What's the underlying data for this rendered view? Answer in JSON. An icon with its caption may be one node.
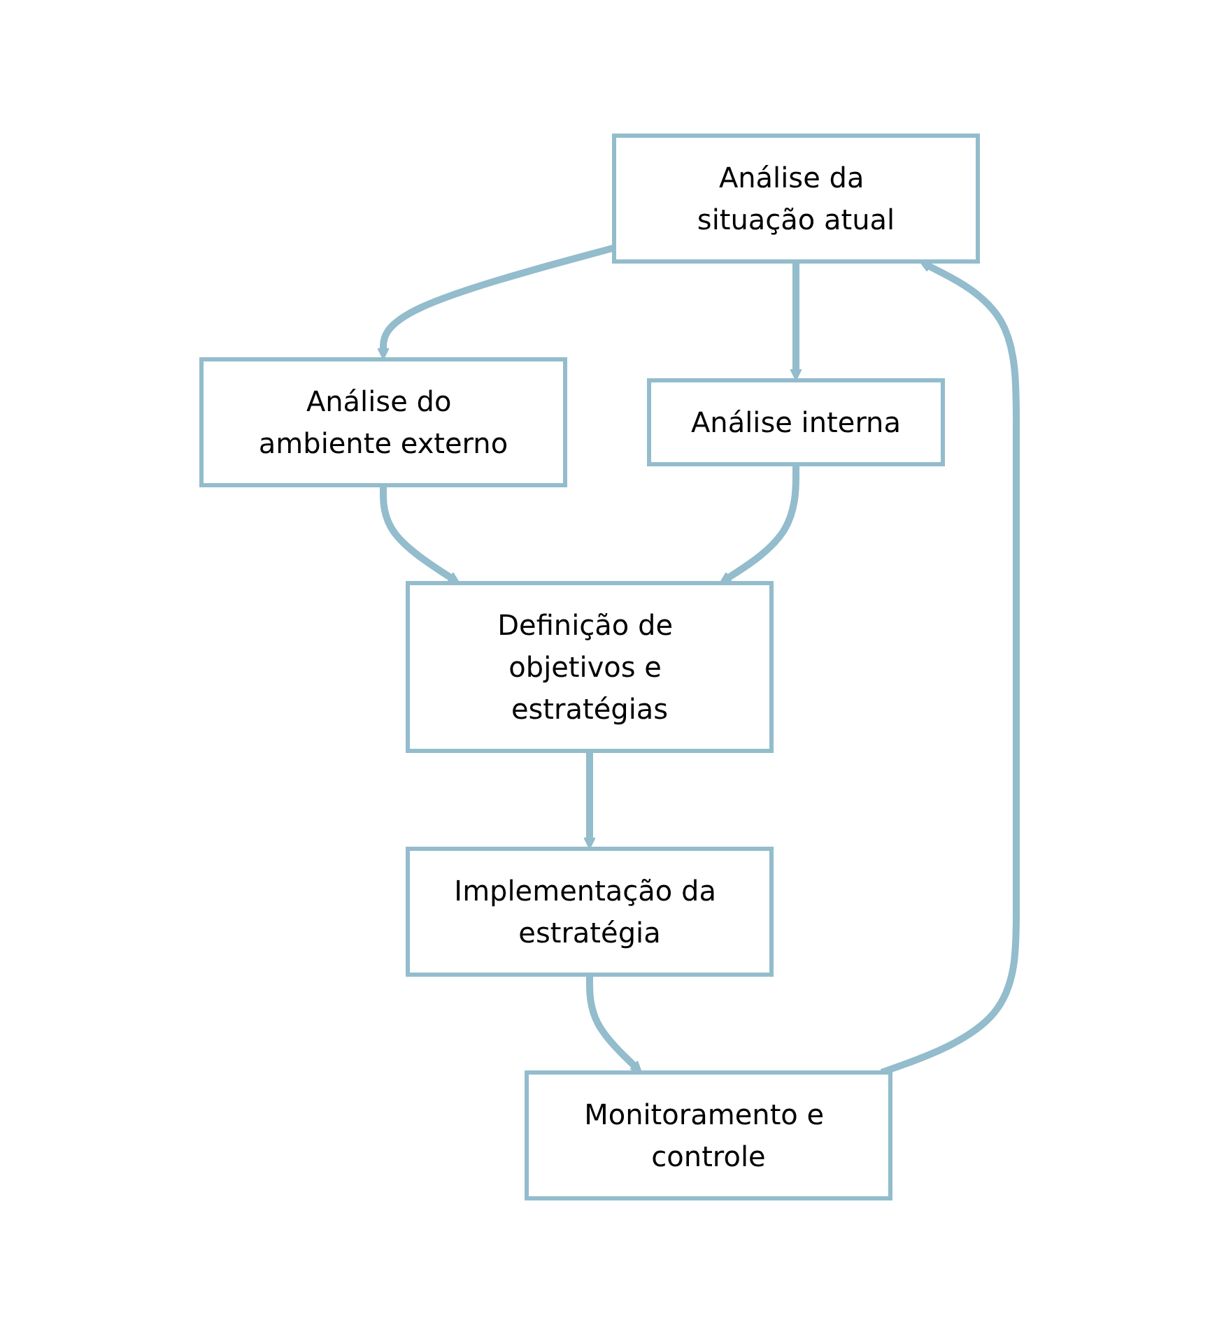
{
  "diagram": {
    "nodes": [
      {
        "text": [
          "Análise da situação atual"
        ]
      },
      {
        "text": [
          "Análise do ambiente externo"
        ]
      },
      {
        "text": [
          "Análise interna"
        ]
      },
      {
        "text": [
          "Definição de objetivos e estratégias"
        ]
      },
      {
        "text": [
          "Implementação da estratégia"
        ]
      },
      {
        "text": [
          "Monitoramento e controle"
        ]
      }
    ],
    "edges": [
      {
        "from": 0,
        "to": 1,
        "arrow": "to"
      },
      {
        "from": 0,
        "to": 2,
        "arrow": "to"
      },
      {
        "from": 1,
        "to": 3,
        "arrow": "to"
      },
      {
        "from": 2,
        "to": 3,
        "arrow": "to"
      },
      {
        "from": 3,
        "to": 4,
        "arrow": "to"
      },
      {
        "from": 4,
        "to": 5,
        "arrow": "to"
      },
      {
        "from": 5,
        "to": 0,
        "arrow": "to"
      }
    ]
  }
}
